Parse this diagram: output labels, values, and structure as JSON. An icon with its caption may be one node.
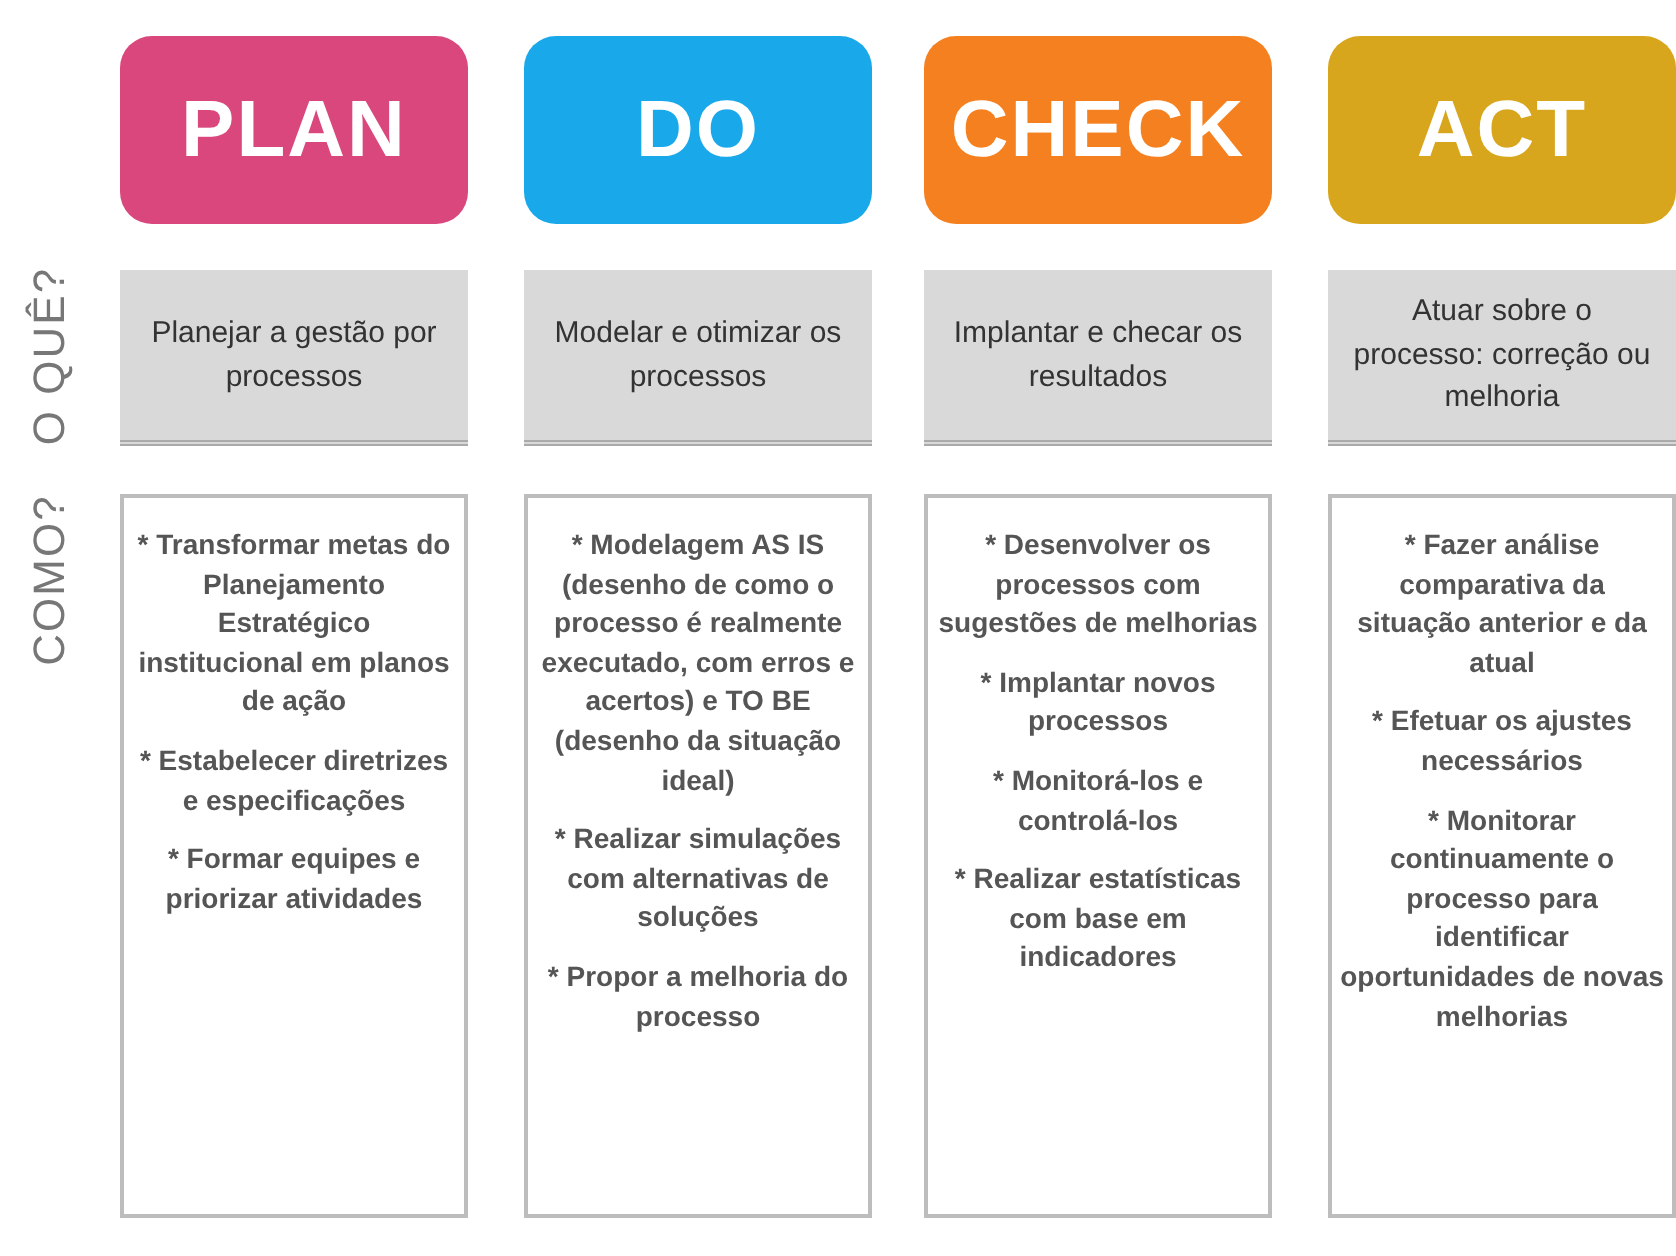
{
  "diagram": {
    "nodes": [
      {
        "text": [
          "PLAN"
        ]
      },
      {
        "text": [
          "DO"
        ]
      },
      {
        "text": [
          "CHECK"
        ]
      },
      {
        "text": [
          "ACT"
        ]
      },
      {
        "text": [
          "Planejar a gestão por processos"
        ]
      },
      {
        "text": [
          "Modelar e otimizar os processos"
        ]
      },
      {
        "text": [
          "Implantar e checar os resultados"
        ]
      },
      {
        "text": [
          "Atuar sobre o processo: correção ou melhoria"
        ]
      },
      {
        "text": [
          "* Transformar metas do Planejamento Estratégico institucional em planos de ação",
          "* Estabelecer diretrizes e especificações",
          "* Formar equipes e priorizar atividades"
        ]
      },
      {
        "text": [
          "* Modelagem AS IS (desenho de como o processo é realmente executado, com erros e acertos) e TO BE (desenho da situação ideal)",
          "* Realizar simulações com alternativas de soluções",
          "* Propor a melhoria do processo"
        ]
      },
      {
        "text": [
          "* Desenvolver os processos com sugestões de melhorias",
          "* Implantar novos processos",
          "* Monitorá-los e controlá-los",
          "* Realizar estatísticas com base em indicadores"
        ]
      },
      {
        "text": [
          "* Fazer análise comparativa da situação anterior e da atual",
          "* Efetuar os ajustes necessários",
          "* Monitorar continuamente o processo para identificar oportunidades de novas melhorias"
        ]
      }
    ],
    "labels": [
      "O QUÊ?",
      "COMO?"
    ]
  }
}
